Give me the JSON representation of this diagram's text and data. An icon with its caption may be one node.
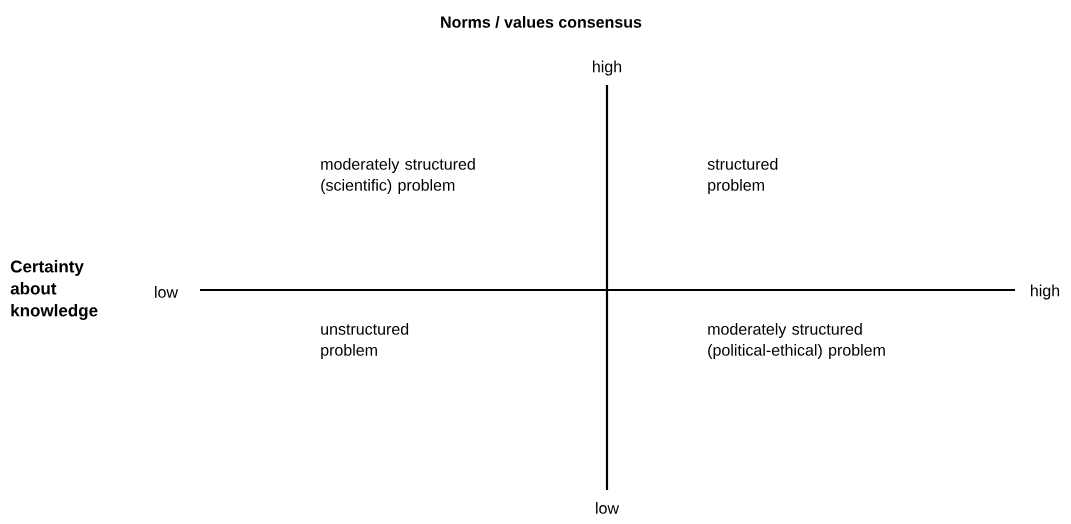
{
  "diagram": {
    "title": "Norms / values consensus",
    "labels": [
      "high",
      "moderately structured (scientific) problem",
      "structured problem",
      "Certainty about knowledge",
      "low",
      "high",
      "unstructured problem",
      "moderately structured (political-ethical) problem",
      "low"
    ]
  }
}
